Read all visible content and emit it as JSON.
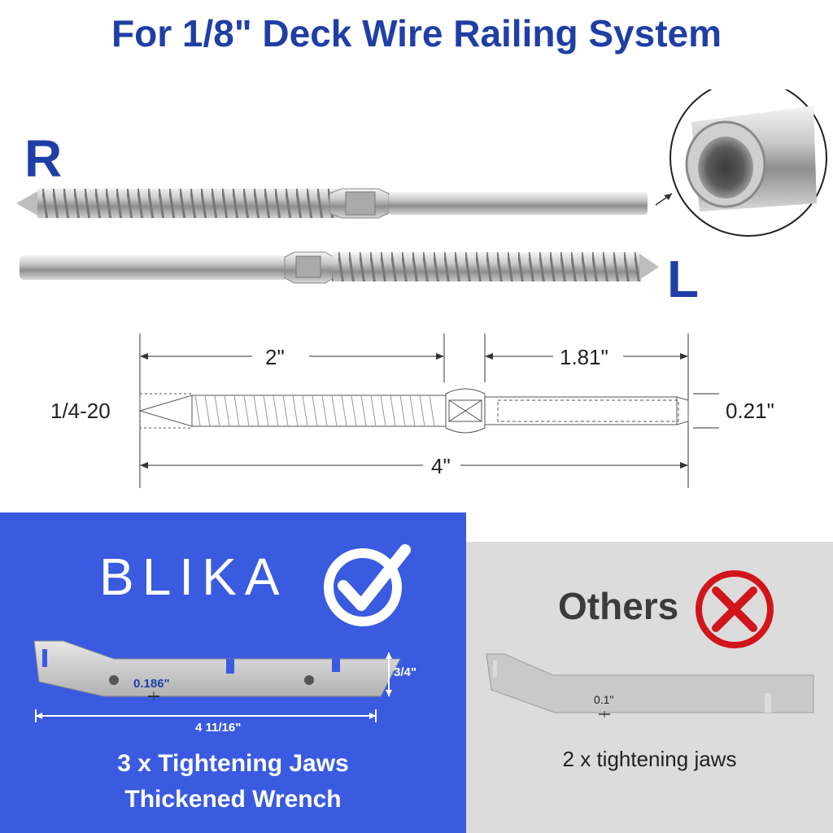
{
  "title": "For 1/8\" Deck Wire Railing System",
  "labels": {
    "right": "R",
    "left": "L"
  },
  "dimensions": {
    "thread_length": "2\"",
    "shank_length": "1.81\"",
    "total_length": "4\"",
    "thread_spec": "1/4-20",
    "diameter": "0.21\""
  },
  "blika": {
    "brand": "BLIKA",
    "thickness": "0.186\"",
    "width": "3/4\"",
    "length": "4 11/16\"",
    "caption_line1": "3 x Tightening Jaws",
    "caption_line2": "Thickened Wrench"
  },
  "others": {
    "label": "Others",
    "thickness": "0.1\"",
    "caption": "2 x tightening jaws"
  },
  "colors": {
    "accent": "#1f3fa6",
    "panel_blue": "#3a5be0",
    "panel_gray": "#dcdcdc",
    "cross_red": "#d0151b"
  }
}
